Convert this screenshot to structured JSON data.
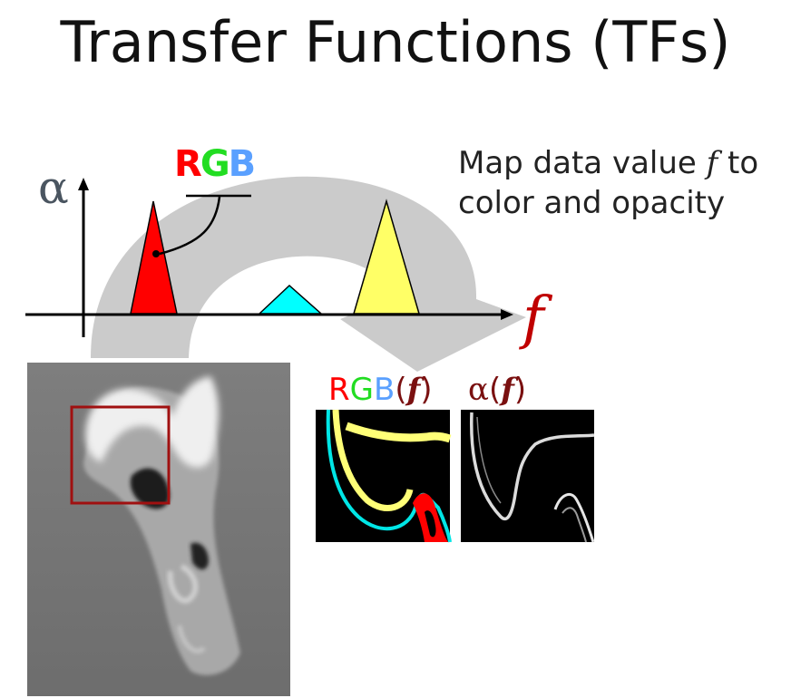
{
  "slide": {
    "title": "Transfer Functions (TFs)",
    "description_line1_pre": "Map data value ",
    "description_var": "f",
    "description_line1_post": " to",
    "description_line2": "color and opacity"
  },
  "tf_plot": {
    "y_axis_label": "α",
    "x_axis_label": "f",
    "rgb_label": {
      "r": "R",
      "g": "G",
      "b": "B"
    },
    "peaks": [
      {
        "name": "red-peak",
        "color": "#ff0000"
      },
      {
        "name": "cyan-peak",
        "color": "#00ffff"
      },
      {
        "name": "yellow-peak",
        "color": "#ffff66"
      }
    ]
  },
  "outputs": {
    "rgb_fn": {
      "r": "R",
      "g": "G",
      "b": "B",
      "open": "(",
      "var": "f",
      "close": ")"
    },
    "alpha_fn": {
      "alpha": "α",
      "open": "(",
      "var": "f",
      "close": ")"
    }
  },
  "colors": {
    "arrow": "#c8c8c8",
    "red": "#ff0000",
    "green": "#22dd22",
    "blue": "#5aa0ff",
    "dark_red": "#7a1010",
    "selection_box": "#a01010",
    "f_label": "#c00000",
    "alpha_label": "#4a5560"
  }
}
